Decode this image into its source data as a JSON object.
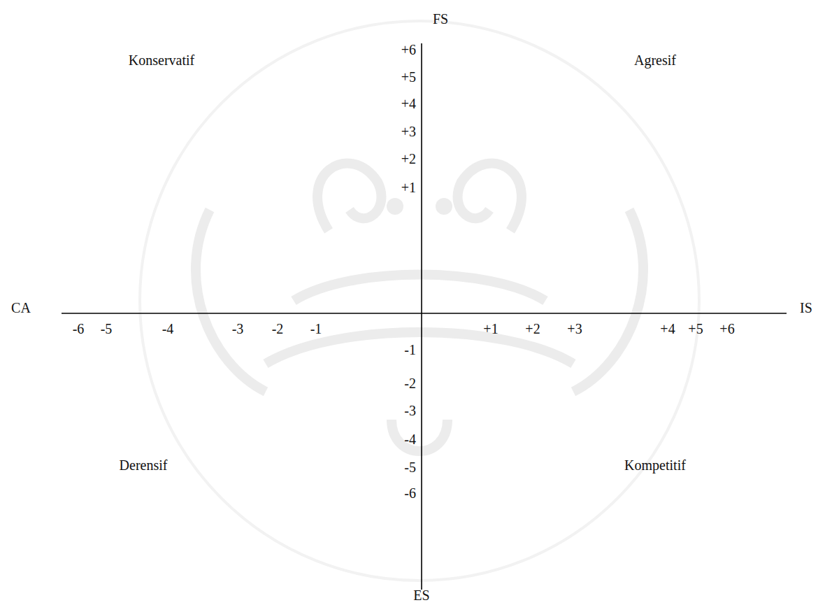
{
  "diagram": {
    "labels": [
      "FS",
      "+6",
      "+5",
      "+4",
      "+3",
      "+2",
      "+1",
      "Konservatif",
      "Agresif",
      "CA",
      "IS",
      "-6",
      "-5",
      "-4",
      "-3",
      "-2",
      "-1",
      "+1",
      "+2",
      "+3",
      "+4",
      "+5",
      "+6",
      "-1",
      "-2",
      "-3",
      "-4",
      "-5",
      "-6",
      "Derensif",
      "Kompetitif",
      "ES"
    ]
  }
}
